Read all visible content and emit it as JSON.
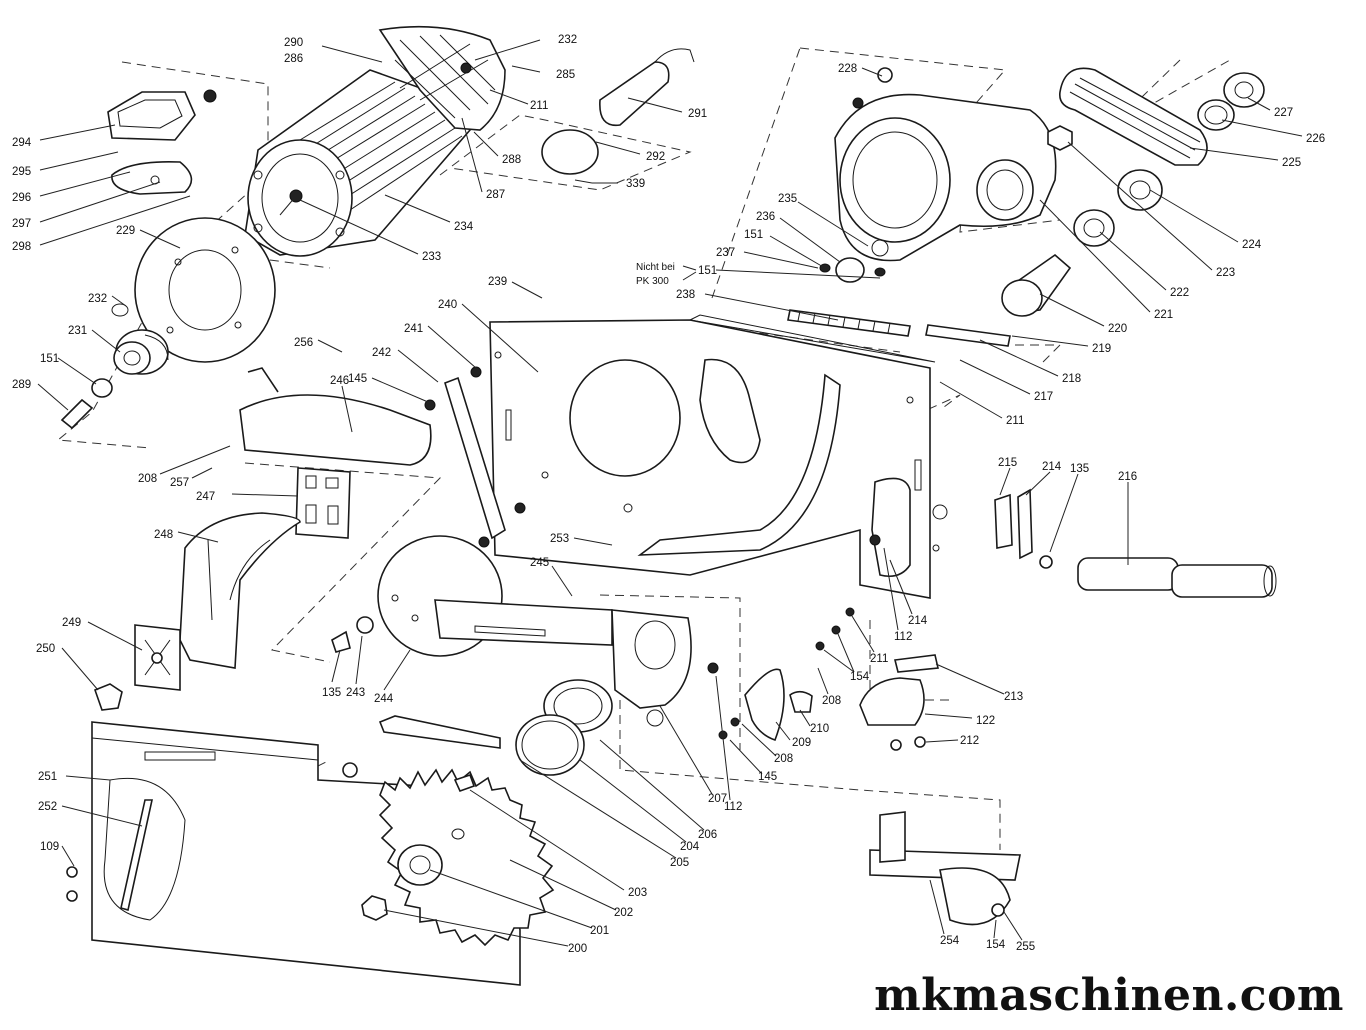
{
  "watermark": "mkmaschinen.com",
  "note": {
    "line1": "Nicht bei",
    "line2": "PK 300",
    "ref": "151"
  },
  "labels": [
    "290",
    "286",
    "232",
    "285",
    "211",
    "291",
    "292",
    "339",
    "288",
    "287",
    "234",
    "233",
    "294",
    "295",
    "296",
    "297",
    "298",
    "229",
    "232",
    "231",
    "151",
    "289",
    "228",
    "235",
    "236",
    "151",
    "237",
    "238",
    "227",
    "226",
    "225",
    "224",
    "223",
    "222",
    "221",
    "220",
    "219",
    "218",
    "217",
    "211",
    "239",
    "240",
    "241",
    "242",
    "145",
    "256",
    "246",
    "208",
    "257",
    "247",
    "248",
    "249",
    "250",
    "253",
    "245",
    "135",
    "243",
    "244",
    "251",
    "252",
    "109",
    "215",
    "214",
    "135",
    "216",
    "112",
    "214",
    "211",
    "154",
    "208",
    "213",
    "122",
    "212",
    "210",
    "209",
    "208",
    "145",
    "112",
    "207",
    "206",
    "204",
    "205",
    "203",
    "202",
    "201",
    "200",
    "254",
    "154",
    "255"
  ]
}
